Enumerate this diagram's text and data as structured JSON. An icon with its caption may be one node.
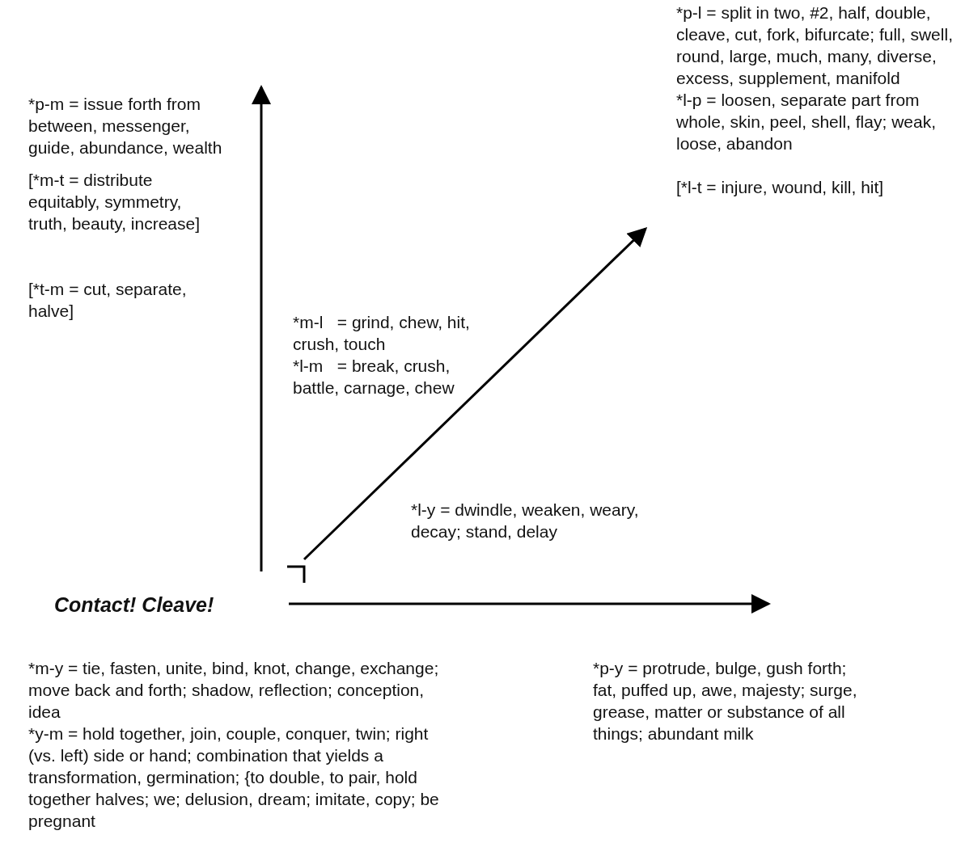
{
  "diagram": {
    "labels": [
      "*p-l = split in two, #2, half, double, cleave, cut, fork, bifurcate; full, swell, round, large, much, many, diverse, excess, supplement, manifold",
      "*l-p = loosen, separate part from whole, skin, peel, shell, flay; weak, loose, abandon",
      "[*l-t = injure, wound, kill, hit]",
      "*p-m = issue forth from between, messenger, guide, abundance, wealth",
      "[*m-t = distribute equitably, symmetry, truth, beauty, increase]",
      "[*t-m = cut, separate, halve]",
      "*m-l   = grind, chew, hit, crush, touch",
      "*l-m   = break, crush, battle, carnage, chew",
      "*l-y = dwindle, weaken, weary, decay; stand, delay",
      "Contact! Cleave!",
      "*m-y = tie, fasten, unite, bind, knot, change, exchange; move back and forth; shadow, reflection; conception, idea",
      "*y-m = hold together, join, couple, conquer, twin; right (vs. left) side or hand; combination that yields a transformation, germination; {to double, to pair, hold together halves; we; delusion, dream; imitate, copy; be pregnant",
      "*p-y = protrude, bulge, gush forth; fat, puffed up, awe, majesty; surge, grease, matter or substance of all things; abundant milk"
    ]
  }
}
